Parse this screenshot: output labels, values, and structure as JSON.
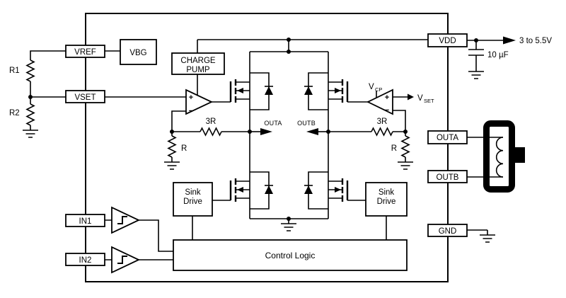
{
  "pins": {
    "vref": "VREF",
    "vset": "VSET",
    "in1": "IN1",
    "in2": "IN2",
    "vdd": "VDD",
    "outa": "OUTA",
    "outb": "OUTB",
    "gnd": "GND"
  },
  "blocks": {
    "vbg": "VBG",
    "charge_pump_line1": "CHARGE",
    "charge_pump_line2": "PUMP",
    "sink": "Sink",
    "drive": "Drive",
    "control_logic": "Control Logic"
  },
  "components": {
    "r1": "R1",
    "r2": "R2",
    "r": "R",
    "three_r": "3R"
  },
  "nets": {
    "outa": "OUTA",
    "outb": "OUTB"
  },
  "signals": {
    "v": "V",
    "cp": "CP",
    "set": "SET",
    "plus": "+",
    "minus": "−"
  },
  "external": {
    "supply_range": "3 to 5.5V",
    "cap_value": "10 µF"
  },
  "colors": {
    "line": "#000000",
    "background": "#ffffff"
  }
}
